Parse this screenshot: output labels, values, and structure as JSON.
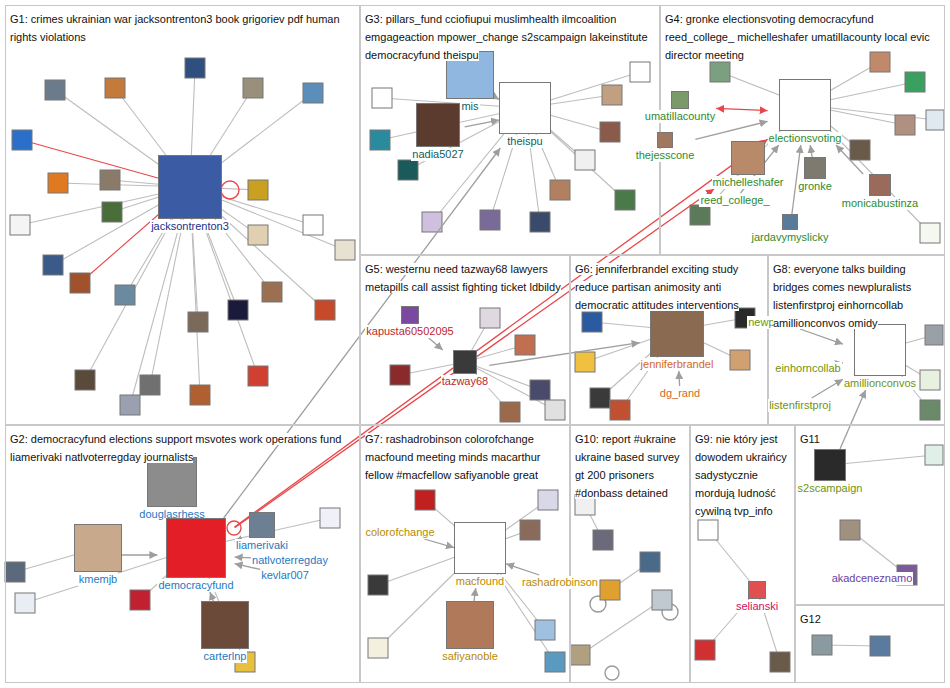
{
  "diagram": {
    "nodes": [
      {
        "text": [
          "G1: crimes ukrainian war jacksontrenton3 book grigoriev pdf human rights violations"
        ]
      },
      {
        "text": [
          "jacksontrenton3"
        ],
        "in": 0
      },
      {
        "text": [
          "G2: democracyfund elections support msvotes work operations fund liamerivaki natlvoterregday journalists"
        ]
      },
      {
        "text": [
          "douglasrhess"
        ],
        "in": 2
      },
      {
        "text": [
          "liamerivaki"
        ],
        "in": 2
      },
      {
        "text": [
          "natlvoterregday"
        ],
        "in": 2
      },
      {
        "text": [
          "kevlar007"
        ],
        "in": 2
      },
      {
        "text": [
          "kmemjb"
        ],
        "in": 2
      },
      {
        "text": [
          "democracyfund"
        ],
        "in": 2
      },
      {
        "text": [
          "carterlnp"
        ],
        "in": 2
      },
      {
        "text": [
          "G3: pillars_fund cciofiupui muslimhealth ilmcoalition emgageaction mpower_change s2scampaign lakeinstitute democracyfund theispu"
        ]
      },
      {
        "text": [
          "mis"
        ],
        "in": 10
      },
      {
        "text": [
          "nadia5027"
        ],
        "in": 10
      },
      {
        "text": [
          "theispu"
        ],
        "in": 10
      },
      {
        "text": [
          "G4: gronke electionsvoting democracyfund reed_college_ michelleshafer umatillacounty local evic director meeting"
        ]
      },
      {
        "text": [
          "umatillacounty"
        ],
        "in": 14
      },
      {
        "text": [
          "electionsvoting"
        ],
        "in": 14
      },
      {
        "text": [
          "thejesscone"
        ],
        "in": 14
      },
      {
        "text": [
          "michelleshafer"
        ],
        "in": 14
      },
      {
        "text": [
          "reed_college_"
        ],
        "in": 14
      },
      {
        "text": [
          "gronke"
        ],
        "in": 14
      },
      {
        "text": [
          "monicabustinza"
        ],
        "in": 14
      },
      {
        "text": [
          "jardavymyslicky"
        ],
        "in": 14
      },
      {
        "text": [
          "G5: westernu need tazway68 lawyers metapills call assist fighting ticket ldbildy"
        ]
      },
      {
        "text": [
          "kapusta60502095"
        ],
        "in": 23
      },
      {
        "text": [
          "tazway68"
        ],
        "in": 23
      },
      {
        "text": [
          "G6: jenniferbrandel exciting study reduce partisan animosity anti democratic attitudes interventions"
        ]
      },
      {
        "text": [
          "jenniferbrandel"
        ],
        "in": 26
      },
      {
        "text": [
          "dg_rand"
        ],
        "in": 26
      },
      {
        "text": [
          "G8: everyone talks building bridges comes newpluralists listenfirstproj einhorncollab amillionconvos omidy"
        ]
      },
      {
        "text": [
          "newpluralists"
        ],
        "in": 29
      },
      {
        "text": [
          "amillionconvos"
        ],
        "in": 29
      },
      {
        "text": [
          "listenfirstproj"
        ],
        "in": 29
      },
      {
        "text": [
          "einhorncollab"
        ],
        "in": 29
      },
      {
        "text": [
          "G7: rashadrobinson colorofchange macfound meeting minds macarthur fellow #macfellow safiyanoble great"
        ]
      },
      {
        "text": [
          "colorofchange"
        ],
        "in": 34
      },
      {
        "text": [
          "macfound"
        ],
        "in": 34
      },
      {
        "text": [
          "rashadrobinson"
        ],
        "in": 34
      },
      {
        "text": [
          "safiyanoble"
        ],
        "in": 34
      },
      {
        "text": [
          "G10: report #ukraine ukraine based survey gt 200 prisoners #donbass detained"
        ]
      },
      {
        "text": [
          "G9: nie który jest dowodem ukraińcy sadystycznie mordują ludność cywilną tvp_info"
        ]
      },
      {
        "text": [
          "selianski"
        ],
        "in": 40
      },
      {
        "text": [
          "G11"
        ]
      },
      {
        "text": [
          "s2scampaign"
        ],
        "in": 42
      },
      {
        "text": [
          "akadceneznamo"
        ],
        "in": 42
      },
      {
        "text": [
          "G12"
        ]
      }
    ],
    "edges": [
      {
        "from": 3,
        "to": 8,
        "arrow": "to"
      },
      {
        "from": 4,
        "to": 8,
        "arrow": "to"
      },
      {
        "from": 5,
        "to": 8,
        "arrow": "to"
      },
      {
        "from": 6,
        "to": 8,
        "arrow": "to"
      },
      {
        "from": 7,
        "to": 8,
        "arrow": "to"
      },
      {
        "from": 9,
        "to": 8,
        "arrow": "to"
      },
      {
        "from": 8,
        "to": 16,
        "arrow": "to"
      },
      {
        "from": 8,
        "to": 18,
        "arrow": "to"
      },
      {
        "from": 8,
        "to": 13,
        "arrow": "to"
      },
      {
        "from": 11,
        "to": 13,
        "arrow": "to"
      },
      {
        "from": 12,
        "to": 13,
        "arrow": "to"
      },
      {
        "from": 15,
        "to": 16,
        "arrow": "both"
      },
      {
        "from": 17,
        "to": 16,
        "arrow": "to"
      },
      {
        "from": 18,
        "to": 16,
        "arrow": "to"
      },
      {
        "from": 19,
        "to": 16,
        "arrow": "to"
      },
      {
        "from": 20,
        "to": 16,
        "arrow": "to"
      },
      {
        "from": 21,
        "to": 16,
        "arrow": "to"
      },
      {
        "from": 22,
        "to": 16,
        "arrow": "to"
      },
      {
        "from": 24,
        "to": 25,
        "arrow": "to"
      },
      {
        "from": 25,
        "to": 27,
        "arrow": "to"
      },
      {
        "from": 28,
        "to": 27,
        "arrow": "to"
      },
      {
        "from": 30,
        "to": 31,
        "arrow": "to"
      },
      {
        "from": 32,
        "to": 31,
        "arrow": "to"
      },
      {
        "from": 33,
        "to": 31,
        "arrow": "to"
      },
      {
        "from": 43,
        "to": 31,
        "arrow": "to"
      },
      {
        "from": 35,
        "to": 36,
        "arrow": "to"
      },
      {
        "from": 37,
        "to": 36,
        "arrow": "to"
      },
      {
        "from": 38,
        "to": 36,
        "arrow": "to"
      }
    ]
  }
}
